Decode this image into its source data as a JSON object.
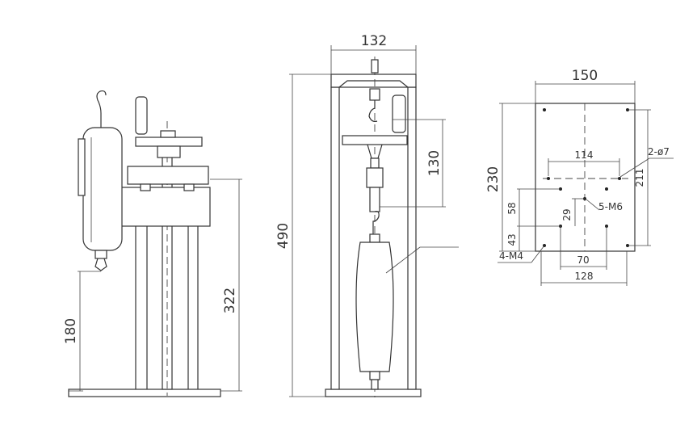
{
  "side_view": {
    "dim_height": "322",
    "dim_hook": "180"
  },
  "front_view": {
    "dim_width": "132",
    "dim_height": "490",
    "dim_travel": "130"
  },
  "base_plate": {
    "dim_outer_width": "150",
    "dim_outer_height": "230",
    "dim_hole_height": "211",
    "dim_mount_span": "114",
    "dim_mount_holes": "2-ø7",
    "dim_m6_holes": "5-M6",
    "dim_offset_58": "58",
    "dim_offset_43": "43",
    "dim_offset_29": "29",
    "dim_m4_holes": "4-M4",
    "dim_70": "70",
    "dim_128": "128"
  }
}
